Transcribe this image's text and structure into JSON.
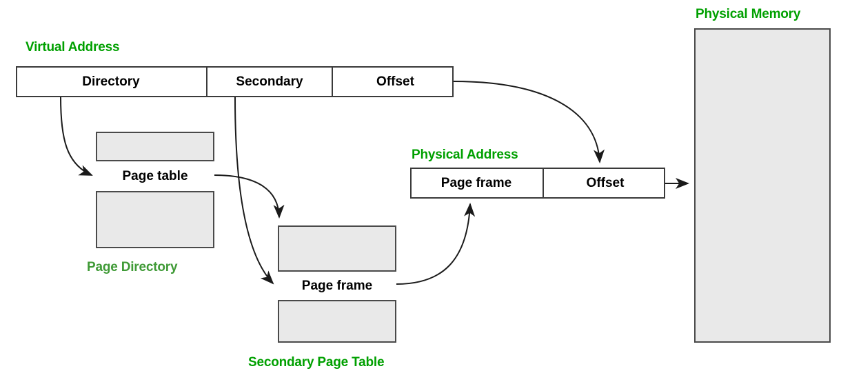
{
  "diagram": {
    "title_labels": {
      "virtual_address": "Virtual Address",
      "page_directory": "Page Directory",
      "secondary_page_table": "Secondary Page Table",
      "physical_address": "Physical Address",
      "physical_memory": "Physical Memory"
    },
    "virtual_address_fields": [
      {
        "name": "directory",
        "label": "Directory"
      },
      {
        "name": "secondary",
        "label": "Secondary"
      },
      {
        "name": "offset",
        "label": "Offset"
      }
    ],
    "physical_address_fields": [
      {
        "name": "page-frame",
        "label": "Page frame"
      },
      {
        "name": "offset",
        "label": "Offset"
      }
    ],
    "page_directory_entry": "Page table",
    "secondary_table_entry": "Page frame",
    "colors": {
      "label_green": "#00a000",
      "label_green_muted": "#3f9a36",
      "box_border": "#3a3a3a",
      "table_border": "#4a4a4a",
      "table_fill": "#e9e9e9",
      "entry_fill": "#ffffff",
      "arrow_stroke": "#1a1a1a"
    }
  }
}
